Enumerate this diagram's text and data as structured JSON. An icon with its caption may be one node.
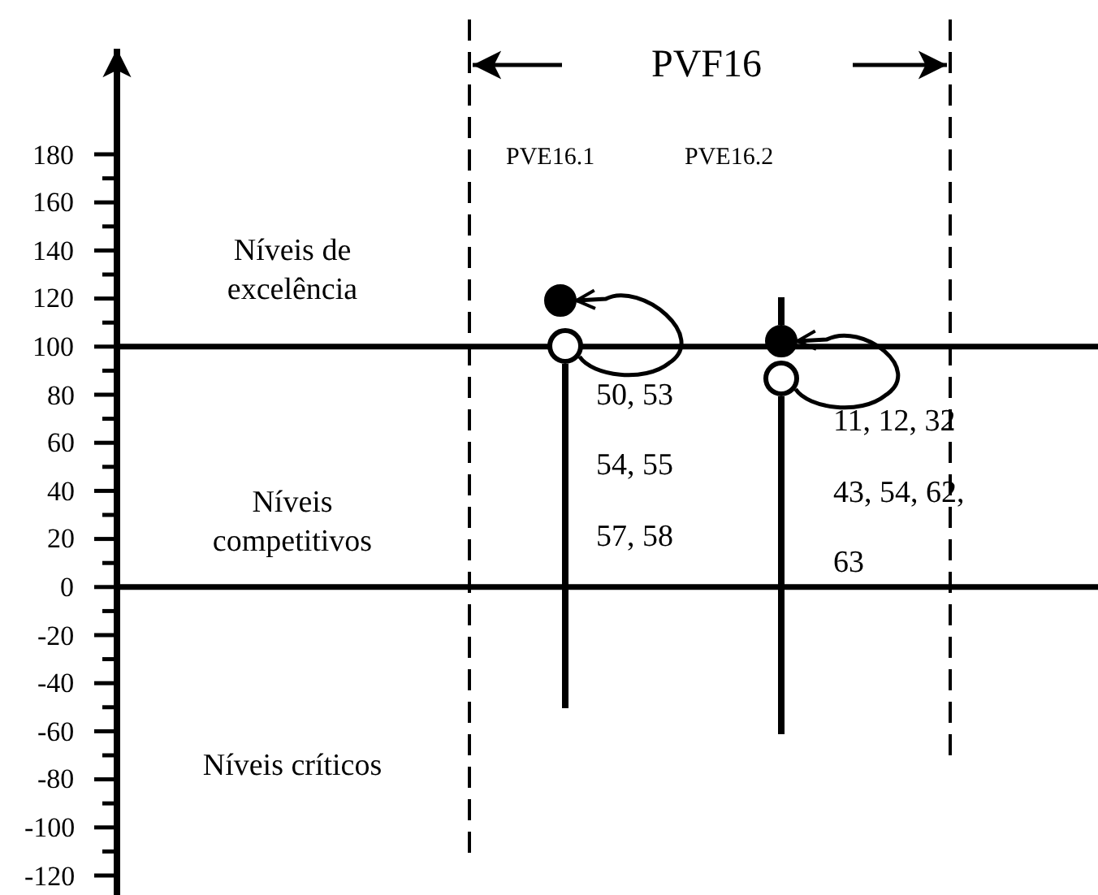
{
  "diagram": {
    "nodes": [
      {
        "text": [],
        "shape": "circle"
      },
      {
        "text": [],
        "shape": "circle"
      },
      {
        "text": [],
        "shape": "circle"
      },
      {
        "text": [],
        "shape": "circle"
      }
    ],
    "edges": [
      {
        "from": 1,
        "to": 0,
        "arrow": "to"
      },
      {
        "from": 3,
        "to": 2,
        "arrow": "to"
      }
    ],
    "labels": [
      "PVF16",
      "PVE16.1",
      "PVE16.2",
      "180",
      "160",
      "140",
      "120",
      "100",
      "80",
      "60",
      "40",
      "20",
      "0",
      "-20",
      "-40",
      "-60",
      "-80",
      "-100",
      "-120",
      "Níveis de excelência",
      "Níveis competitivos",
      "Níveis críticos",
      "50, 53",
      "54, 55",
      "57, 58",
      "11, 12, 32",
      "43, 54, 62,",
      "63"
    ]
  }
}
